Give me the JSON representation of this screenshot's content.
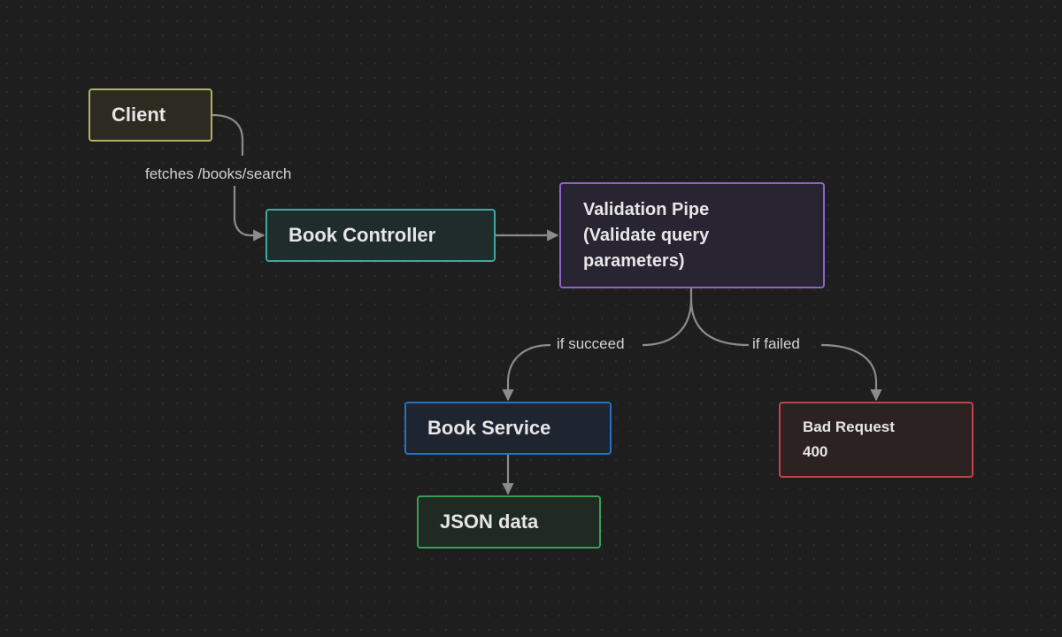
{
  "diagram": {
    "nodes": [
      {
        "id": "client",
        "label": "Client",
        "border": "#b3b062",
        "fill": "#2c2b22"
      },
      {
        "id": "controller",
        "label": "Book Controller",
        "border": "#3fa89d",
        "fill": "#1f2c2b"
      },
      {
        "id": "pipe",
        "label": "Validation Pipe\n(Validate query\nparameters)",
        "border": "#8a64c6",
        "fill": "#282432"
      },
      {
        "id": "service",
        "label": "Book Service",
        "border": "#2570c8",
        "fill": "#1e2430"
      },
      {
        "id": "json",
        "label": "JSON data",
        "border": "#3a9e55",
        "fill": "#1f2a22"
      },
      {
        "id": "bad",
        "label": "Bad Request\n400",
        "border": "#c0434a",
        "fill": "#2d2222"
      }
    ],
    "edges": [
      {
        "from": "client",
        "to": "controller",
        "label": "fetches /books/search"
      },
      {
        "from": "controller",
        "to": "pipe",
        "label": ""
      },
      {
        "from": "pipe",
        "to": "service",
        "label": "if succeed"
      },
      {
        "from": "pipe",
        "to": "bad",
        "label": "if failed"
      },
      {
        "from": "service",
        "to": "json",
        "label": ""
      }
    ],
    "colors": {
      "background": "#1e1e1e",
      "edge": "#8c8c8c"
    }
  }
}
